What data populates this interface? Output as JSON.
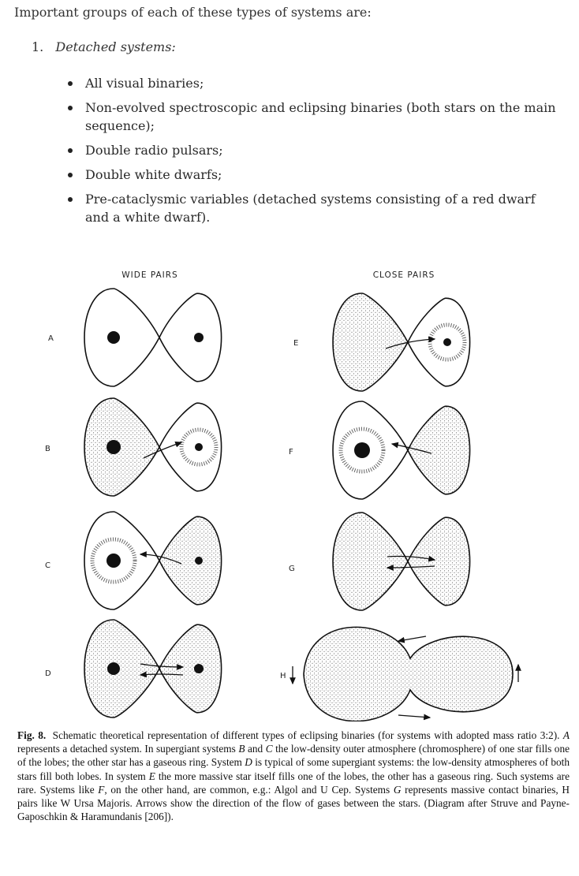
{
  "intro": "Important groups of each of these types of systems are:",
  "section": {
    "number": "1.",
    "title": "Detached systems:"
  },
  "bullets": [
    "All visual binaries;",
    "Non-evolved spectroscopic and eclipsing binaries (both stars on the main sequence);",
    "Double radio pulsars;",
    "Double white dwarfs;",
    "Pre-cataclysmic variables (detached systems consisting of a red dwarf and a white dwarf)."
  ],
  "figure": {
    "column_headers": {
      "wide": "WIDE PAIRS",
      "close": "CLOSE PAIRS"
    },
    "panel_labels": [
      "A",
      "B",
      "C",
      "D",
      "E",
      "F",
      "G",
      "H"
    ],
    "caption_label": "Fig. 8.",
    "caption_parts": [
      {
        "t": "Schematic theoretical representation of different types of eclipsing binaries (for systems with adopted mass ratio 3:2). "
      },
      {
        "t": "A",
        "i": true
      },
      {
        "t": " represents a detached system. In supergiant systems "
      },
      {
        "t": "B",
        "i": true
      },
      {
        "t": " and "
      },
      {
        "t": "C",
        "i": true
      },
      {
        "t": " the low-density outer atmosphere (chromosphere) of one star fills one of the lobes; the other star has a gaseous ring. System "
      },
      {
        "t": "D",
        "i": true
      },
      {
        "t": " is typical of some supergiant systems: the low-density atmospheres of both stars fill both lobes. In system "
      },
      {
        "t": "E",
        "i": true
      },
      {
        "t": " the more massive star itself fills one of the lobes, the other has a gaseous ring. Such systems are rare. Systems like "
      },
      {
        "t": "F",
        "i": true
      },
      {
        "t": ", on the other hand, are common, e.g.: Algol and U Cep. Systems "
      },
      {
        "t": "G",
        "i": true
      },
      {
        "t": " represents massive contact binaries, H pairs like W Ursa Majoris. Arrows show the direction of the flow of gases between the stars. (Diagram after Struve and Payne-Gaposchkin & Haramundanis [206])."
      }
    ]
  },
  "colors": {
    "ink": "#111111",
    "stipple": "#555555"
  }
}
